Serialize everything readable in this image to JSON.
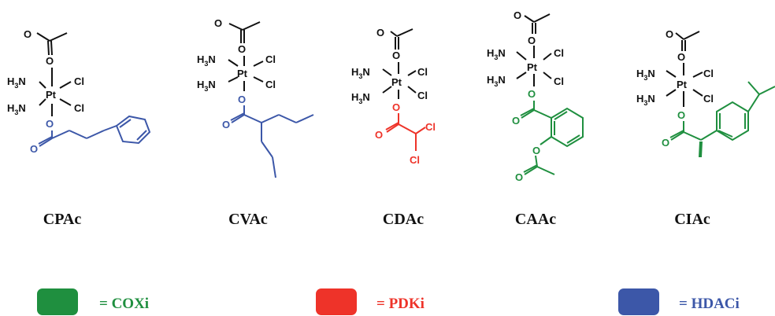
{
  "atoms": {
    "pt": "Pt",
    "n": "N",
    "h": "H",
    "h_sub": "3",
    "cl": "Cl",
    "o": "O"
  },
  "colors": {
    "black": "#111111",
    "coxi": "#1f8f3f",
    "pdki": "#ee3329",
    "hdaci": "#3c57a8"
  },
  "compounds": [
    {
      "name": "CPAc",
      "ligand_class": "hdaci"
    },
    {
      "name": "CVAc",
      "ligand_class": "hdaci"
    },
    {
      "name": "CDAc",
      "ligand_class": "pdki"
    },
    {
      "name": "CAAc",
      "ligand_class": "coxi"
    },
    {
      "name": "CIAc",
      "ligand_class": "coxi"
    }
  ],
  "legend": [
    {
      "key": "coxi",
      "label": "= COXi",
      "color": "#1f8f3f"
    },
    {
      "key": "pdki",
      "label": "= PDKi",
      "color": "#ee3329"
    },
    {
      "key": "hdaci",
      "label": "= HDACi",
      "color": "#3c57a8"
    }
  ]
}
